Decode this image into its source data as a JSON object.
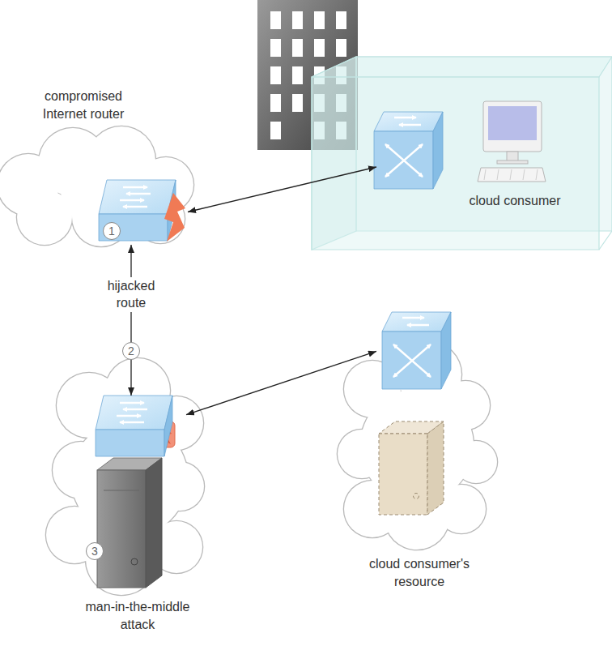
{
  "diagram": {
    "nodes": [
      {
        "text": [
          "compromised Internet router",
          "1"
        ]
      },
      {
        "text": [
          "cloud consumer"
        ]
      },
      {
        "text": [
          "3",
          "man-in-the-middle attack"
        ]
      },
      {
        "text": [
          "cloud consumer's resource"
        ]
      }
    ],
    "edges": [
      {
        "from": 0,
        "to": 1,
        "arrow": "both"
      },
      {
        "from": 0,
        "to": 2,
        "label": "hijacked route",
        "arrow": "both"
      },
      {
        "from": 2,
        "to": 3,
        "arrow": "both"
      }
    ],
    "labels": [
      "2"
    ]
  }
}
